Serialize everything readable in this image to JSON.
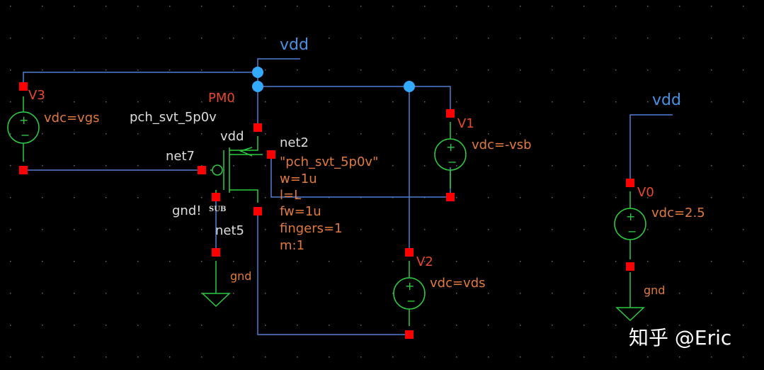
{
  "colors": {
    "background": "#000000",
    "wire": "#4f7fd0",
    "pin": "#ff0000",
    "junction": "#33aaff",
    "device": "#2ecc40",
    "label_red": "#e8492e",
    "label_orange": "#e07a3c",
    "label_white": "#dcdcdc",
    "label_blue": "#4a90e2",
    "grid_dot": "#6a6a6a"
  },
  "icons": {
    "ground": "ground-symbol-icon",
    "dc_source": "dc-voltage-source-icon",
    "pmos": "pmos-transistor-icon",
    "supply": "vdd-supply-icon"
  },
  "labels": {
    "vdd_main": "vdd",
    "vdd_right": "vdd",
    "v3_name": "V3",
    "v3_param": "vdc=vgs",
    "pm0_name": "PM0",
    "pm0_model": "pch_svt_5p0v",
    "pm0_vdd": "vdd",
    "pm0_net2": "net2",
    "pm0_net7": "net7",
    "pm0_gnd": "gnd!",
    "pm0_sub": "SUB",
    "pm0_net5": "net5",
    "pm0_model_quoted": "\"pch_svt_5p0v\"",
    "pm0_w": "w=1u",
    "pm0_l": "l=L",
    "pm0_fw": "fw=1u",
    "pm0_fingers": "fingers=1",
    "pm0_m": "m:1",
    "gnd_left": "gnd",
    "v1_name": "V1",
    "v1_param": "vdc=-vsb",
    "v2_name": "V2",
    "v2_param": "vdc=vds",
    "v0_name": "V0",
    "v0_param": "vdc=2.5",
    "gnd_right": "gnd",
    "watermark": "知乎 @Eric"
  }
}
